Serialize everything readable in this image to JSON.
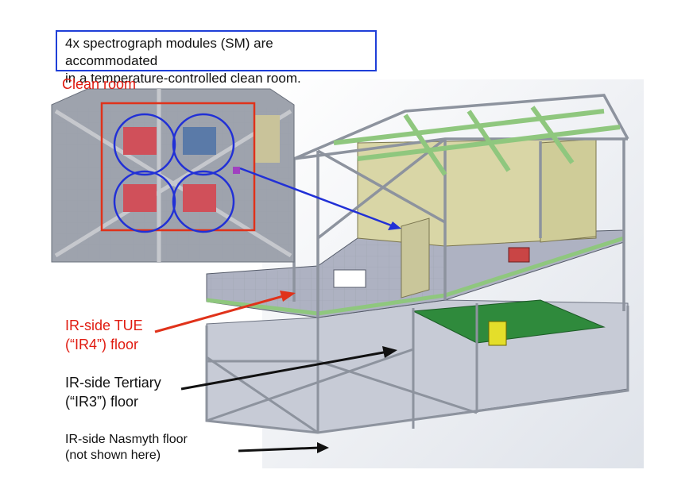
{
  "callout": {
    "line1": "4x spectrograph modules (SM) are accommodated",
    "line2": "in a temperature-controlled clean room."
  },
  "inset": {
    "title": "Clean room"
  },
  "labels": {
    "ir4": {
      "line1": "IR-side TUE",
      "line2": "(“IR4”) floor"
    },
    "ir3": {
      "line1": "IR-side Tertiary",
      "line2": "(“IR3”) floor"
    },
    "nasmyth": {
      "line1": "IR-side Nasmyth floor",
      "line2": "(not shown here)"
    }
  },
  "colors": {
    "callout_border": "#1f3fd8",
    "accent_red": "#e01b10",
    "frame_grey": "#b9bcc2",
    "beam_green": "#8fc77e",
    "room_khaki": "#d9d6a6",
    "floor_green": "#2f8a3c"
  }
}
